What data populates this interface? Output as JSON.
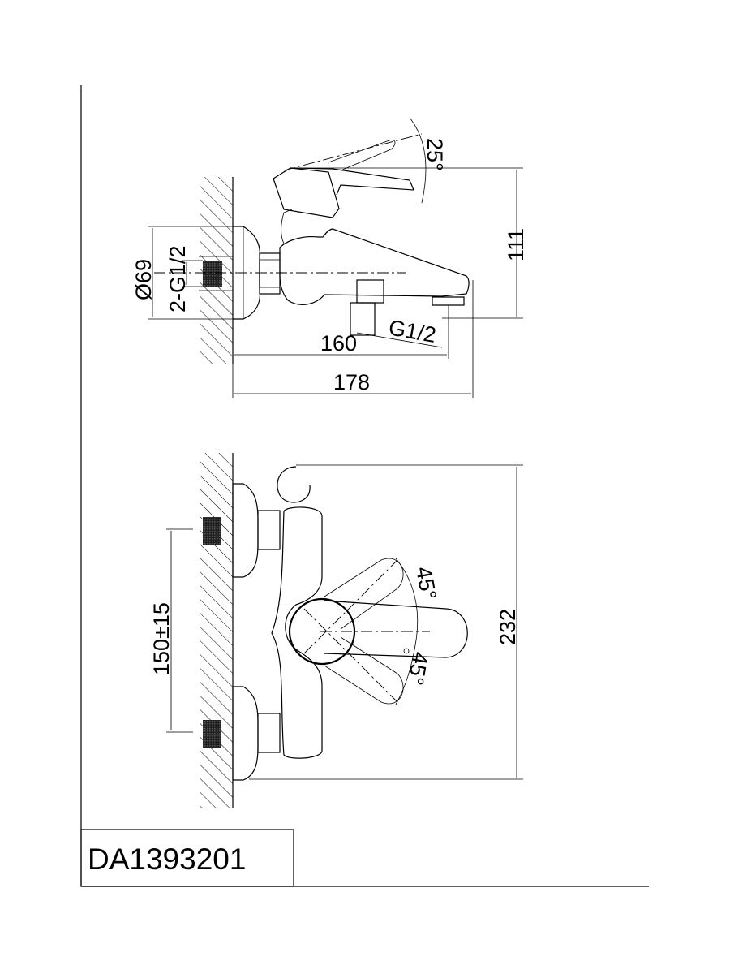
{
  "title_block": {
    "model": "DA1393201"
  },
  "side_view": {
    "dim_height": "111",
    "dim_length_total": "178",
    "dim_length_spout": "160",
    "dim_rosette_diameter": "Ø69",
    "dim_inlet_thread": "2-G1/2",
    "dim_outlet_thread": "G1/2",
    "lever_angle": "25°"
  },
  "front_view": {
    "dim_height": "232",
    "dim_inlet_spacing": "150±15",
    "lever_angle_up": "45°",
    "lever_angle_down": "45°"
  },
  "colors": {
    "line": "#000000",
    "background": "#ffffff"
  }
}
